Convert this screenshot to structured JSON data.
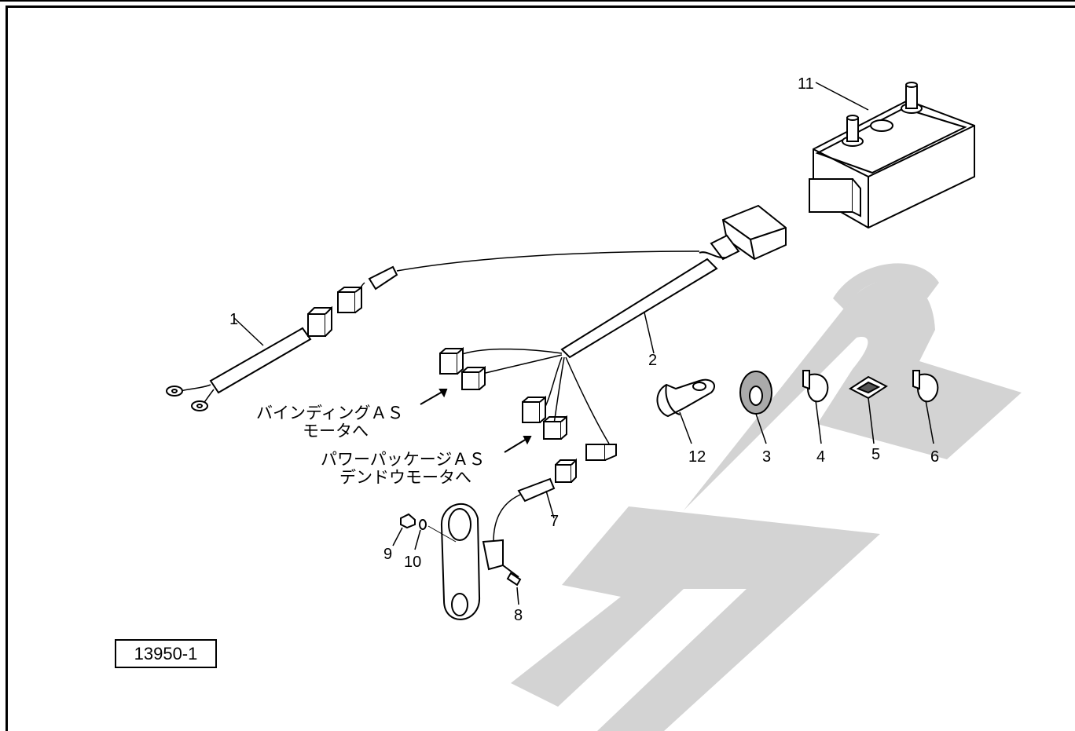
{
  "figure_number": "13950-1",
  "labels": {
    "binding_motor": [
      "バインディングＡＳ",
      "モータへ"
    ],
    "power_package_motor": [
      "パワーパッケージＡＳ",
      "デンドウモータへ"
    ]
  },
  "part_numbers": [
    "1",
    "2",
    "3",
    "4",
    "5",
    "6",
    "7",
    "8",
    "9",
    "10",
    "11",
    "12"
  ],
  "colors": {
    "ink": "#000000",
    "watermark": "#d3d3d3",
    "background": "#ffffff"
  }
}
